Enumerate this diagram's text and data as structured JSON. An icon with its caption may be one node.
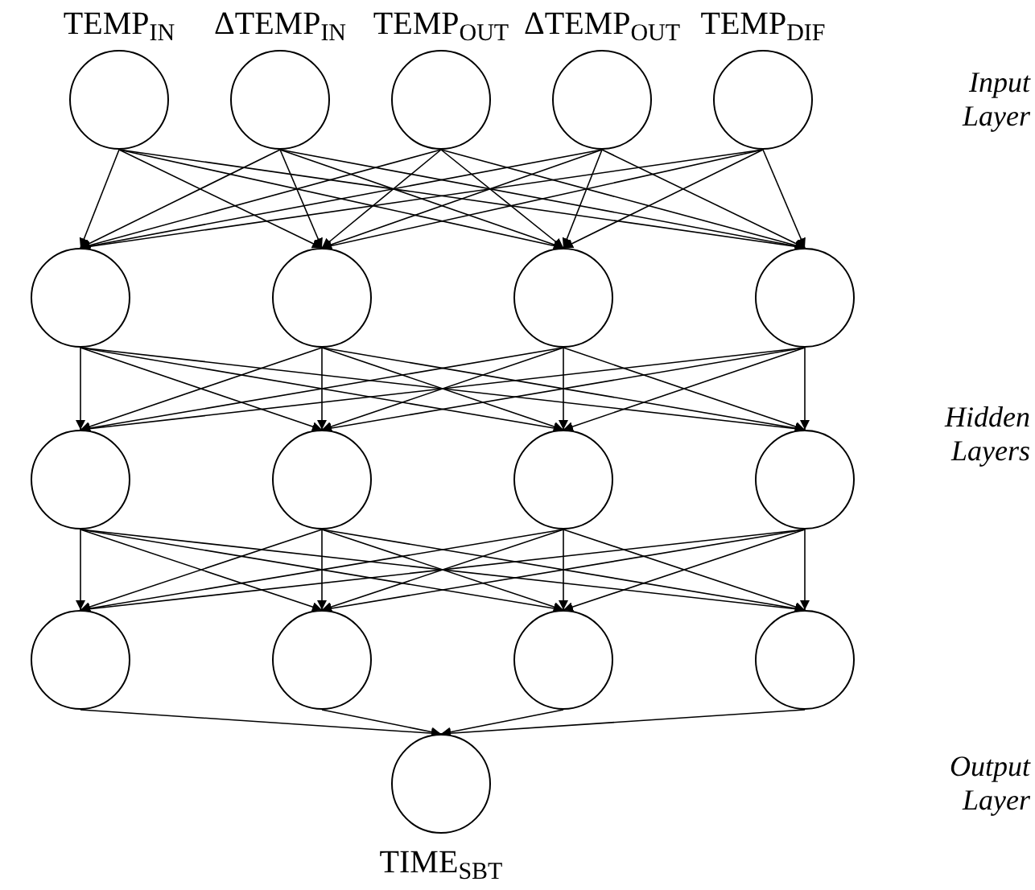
{
  "diagram": {
    "nodes": [
      {
        "text": [
          "TEMP$_{IN}$"
        ]
      },
      {
        "text": [
          "ΔTEMP$_{IN}$"
        ]
      },
      {
        "text": [
          "TEMP$_{OUT}$"
        ]
      },
      {
        "text": [
          "ΔTEMP$_{OUT}$"
        ]
      },
      {
        "text": [
          "TEMP$_{DIF}$"
        ]
      },
      {
        "text": [],
        "shape": "circle"
      },
      {
        "text": [],
        "shape": "circle"
      },
      {
        "text": [],
        "shape": "circle"
      },
      {
        "text": [],
        "shape": "circle"
      },
      {
        "text": [],
        "shape": "circle"
      },
      {
        "text": [],
        "shape": "circle"
      },
      {
        "text": [],
        "shape": "circle"
      },
      {
        "text": [],
        "shape": "circle"
      },
      {
        "text": [],
        "shape": "circle"
      },
      {
        "text": [],
        "shape": "circle"
      },
      {
        "text": [],
        "shape": "circle"
      },
      {
        "text": [],
        "shape": "circle"
      },
      {
        "text": [
          "TIME$_{SBT}$"
        ]
      }
    ],
    "edges": [
      {
        "from": 0,
        "to": 5,
        "arrow": "to"
      },
      {
        "from": 0,
        "to": 6,
        "arrow": "to"
      },
      {
        "from": 0,
        "to": 7,
        "arrow": "to"
      },
      {
        "from": 0,
        "to": 8,
        "arrow": "to"
      },
      {
        "from": 1,
        "to": 5,
        "arrow": "to"
      },
      {
        "from": 1,
        "to": 6,
        "arrow": "to"
      },
      {
        "from": 1,
        "to": 7,
        "arrow": "to"
      },
      {
        "from": 1,
        "to": 8,
        "arrow": "to"
      },
      {
        "from": 2,
        "to": 5,
        "arrow": "to"
      },
      {
        "from": 2,
        "to": 6,
        "arrow": "to"
      },
      {
        "from": 2,
        "to": 7,
        "arrow": "to"
      },
      {
        "from": 2,
        "to": 8,
        "arrow": "to"
      },
      {
        "from": 3,
        "to": 5,
        "arrow": "to"
      },
      {
        "from": 3,
        "to": 6,
        "arrow": "to"
      },
      {
        "from": 3,
        "to": 7,
        "arrow": "to"
      },
      {
        "from": 3,
        "to": 8,
        "arrow": "to"
      },
      {
        "from": 4,
        "to": 5,
        "arrow": "to"
      },
      {
        "from": 4,
        "to": 6,
        "arrow": "to"
      },
      {
        "from": 4,
        "to": 7,
        "arrow": "to"
      },
      {
        "from": 4,
        "to": 8,
        "arrow": "to"
      },
      {
        "from": 5,
        "to": 9,
        "arrow": "to"
      },
      {
        "from": 5,
        "to": 10,
        "arrow": "to"
      },
      {
        "from": 5,
        "to": 11,
        "arrow": "to"
      },
      {
        "from": 5,
        "to": 12,
        "arrow": "to"
      },
      {
        "from": 6,
        "to": 9,
        "arrow": "to"
      },
      {
        "from": 6,
        "to": 10,
        "arrow": "to"
      },
      {
        "from": 6,
        "to": 11,
        "arrow": "to"
      },
      {
        "from": 6,
        "to": 12,
        "arrow": "to"
      },
      {
        "from": 7,
        "to": 9,
        "arrow": "to"
      },
      {
        "from": 7,
        "to": 10,
        "arrow": "to"
      },
      {
        "from": 7,
        "to": 11,
        "arrow": "to"
      },
      {
        "from": 7,
        "to": 12,
        "arrow": "to"
      },
      {
        "from": 8,
        "to": 9,
        "arrow": "to"
      },
      {
        "from": 8,
        "to": 10,
        "arrow": "to"
      },
      {
        "from": 8,
        "to": 11,
        "arrow": "to"
      },
      {
        "from": 8,
        "to": 12,
        "arrow": "to"
      },
      {
        "from": 9,
        "to": 13,
        "arrow": "to"
      },
      {
        "from": 9,
        "to": 14,
        "arrow": "to"
      },
      {
        "from": 9,
        "to": 15,
        "arrow": "to"
      },
      {
        "from": 9,
        "to": 16,
        "arrow": "to"
      },
      {
        "from": 10,
        "to": 13,
        "arrow": "to"
      },
      {
        "from": 10,
        "to": 14,
        "arrow": "to"
      },
      {
        "from": 10,
        "to": 15,
        "arrow": "to"
      },
      {
        "from": 10,
        "to": 16,
        "arrow": "to"
      },
      {
        "from": 11,
        "to": 13,
        "arrow": "to"
      },
      {
        "from": 11,
        "to": 14,
        "arrow": "to"
      },
      {
        "from": 11,
        "to": 15,
        "arrow": "to"
      },
      {
        "from": 11,
        "to": 16,
        "arrow": "to"
      },
      {
        "from": 12,
        "to": 13,
        "arrow": "to"
      },
      {
        "from": 12,
        "to": 14,
        "arrow": "to"
      },
      {
        "from": 12,
        "to": 15,
        "arrow": "to"
      },
      {
        "from": 12,
        "to": 16,
        "arrow": "to"
      },
      {
        "from": 13,
        "to": 17,
        "arrow": "to"
      },
      {
        "from": 14,
        "to": 17,
        "arrow": "to"
      },
      {
        "from": 15,
        "to": 17,
        "arrow": "to"
      },
      {
        "from": 16,
        "to": 17,
        "arrow": "to"
      }
    ],
    "labels": [
      "Input Layer",
      "Hidden Layers",
      "Output Layer"
    ]
  }
}
